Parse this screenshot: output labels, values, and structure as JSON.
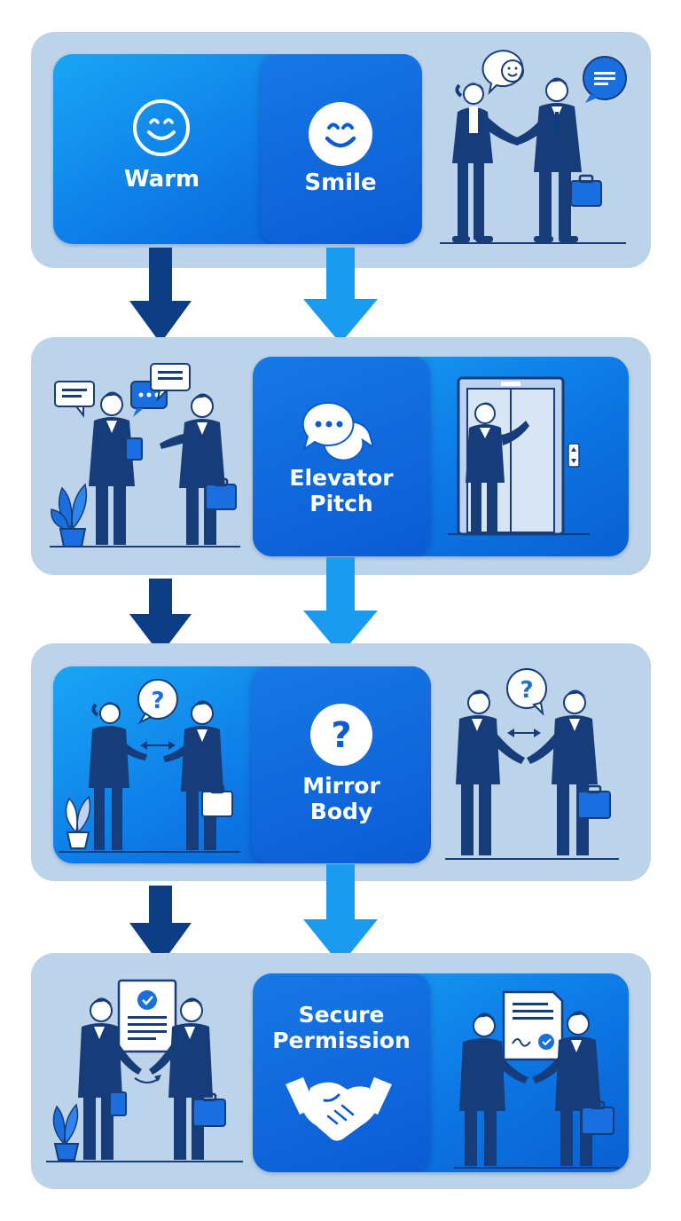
{
  "steps": [
    {
      "id": "warm",
      "label": "Warm"
    },
    {
      "id": "smile",
      "label": "Smile"
    },
    {
      "id": "elevator",
      "label": "Elevator Pitch"
    },
    {
      "id": "mirror",
      "label": "Mirror Body"
    },
    {
      "id": "secure",
      "label": "Secure Permission"
    }
  ],
  "colors": {
    "band": "#bdd3ea",
    "card": "#0d79e6",
    "arrow_dark": "#0d3d84",
    "arrow_light": "#1a9bf0",
    "figure": "#163d7a"
  }
}
